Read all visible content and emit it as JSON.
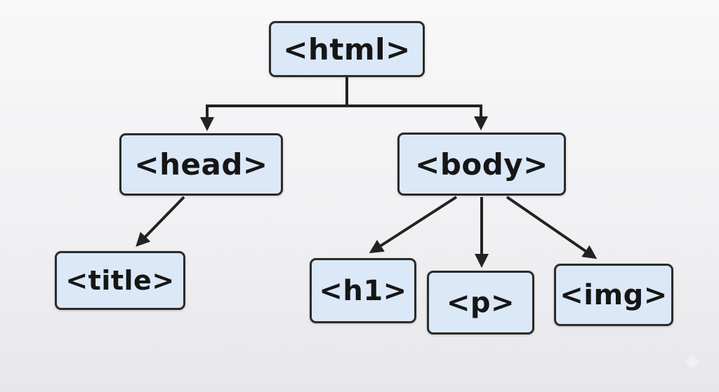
{
  "diagram": {
    "description": "HTML document tree diagram",
    "nodes": {
      "html": {
        "label": "<html>"
      },
      "head": {
        "label": "<head>"
      },
      "body": {
        "label": "<body>"
      },
      "title": {
        "label": "<title>"
      },
      "h1": {
        "label": "<h1>"
      },
      "p": {
        "label": "<p>"
      },
      "img": {
        "label": "<img>"
      }
    },
    "edges": [
      {
        "from": "html",
        "to": "head"
      },
      {
        "from": "html",
        "to": "body"
      },
      {
        "from": "head",
        "to": "title"
      },
      {
        "from": "body",
        "to": "h1"
      },
      {
        "from": "body",
        "to": "p"
      },
      {
        "from": "body",
        "to": "img"
      }
    ],
    "colors": {
      "node_fill": "#dbe8f7",
      "node_border": "#2b2b2b",
      "arrow": "#222222",
      "background_top": "#f8f8f9",
      "background_bottom": "#e7e7ea"
    },
    "icons": {
      "sparkle": "✦"
    }
  }
}
